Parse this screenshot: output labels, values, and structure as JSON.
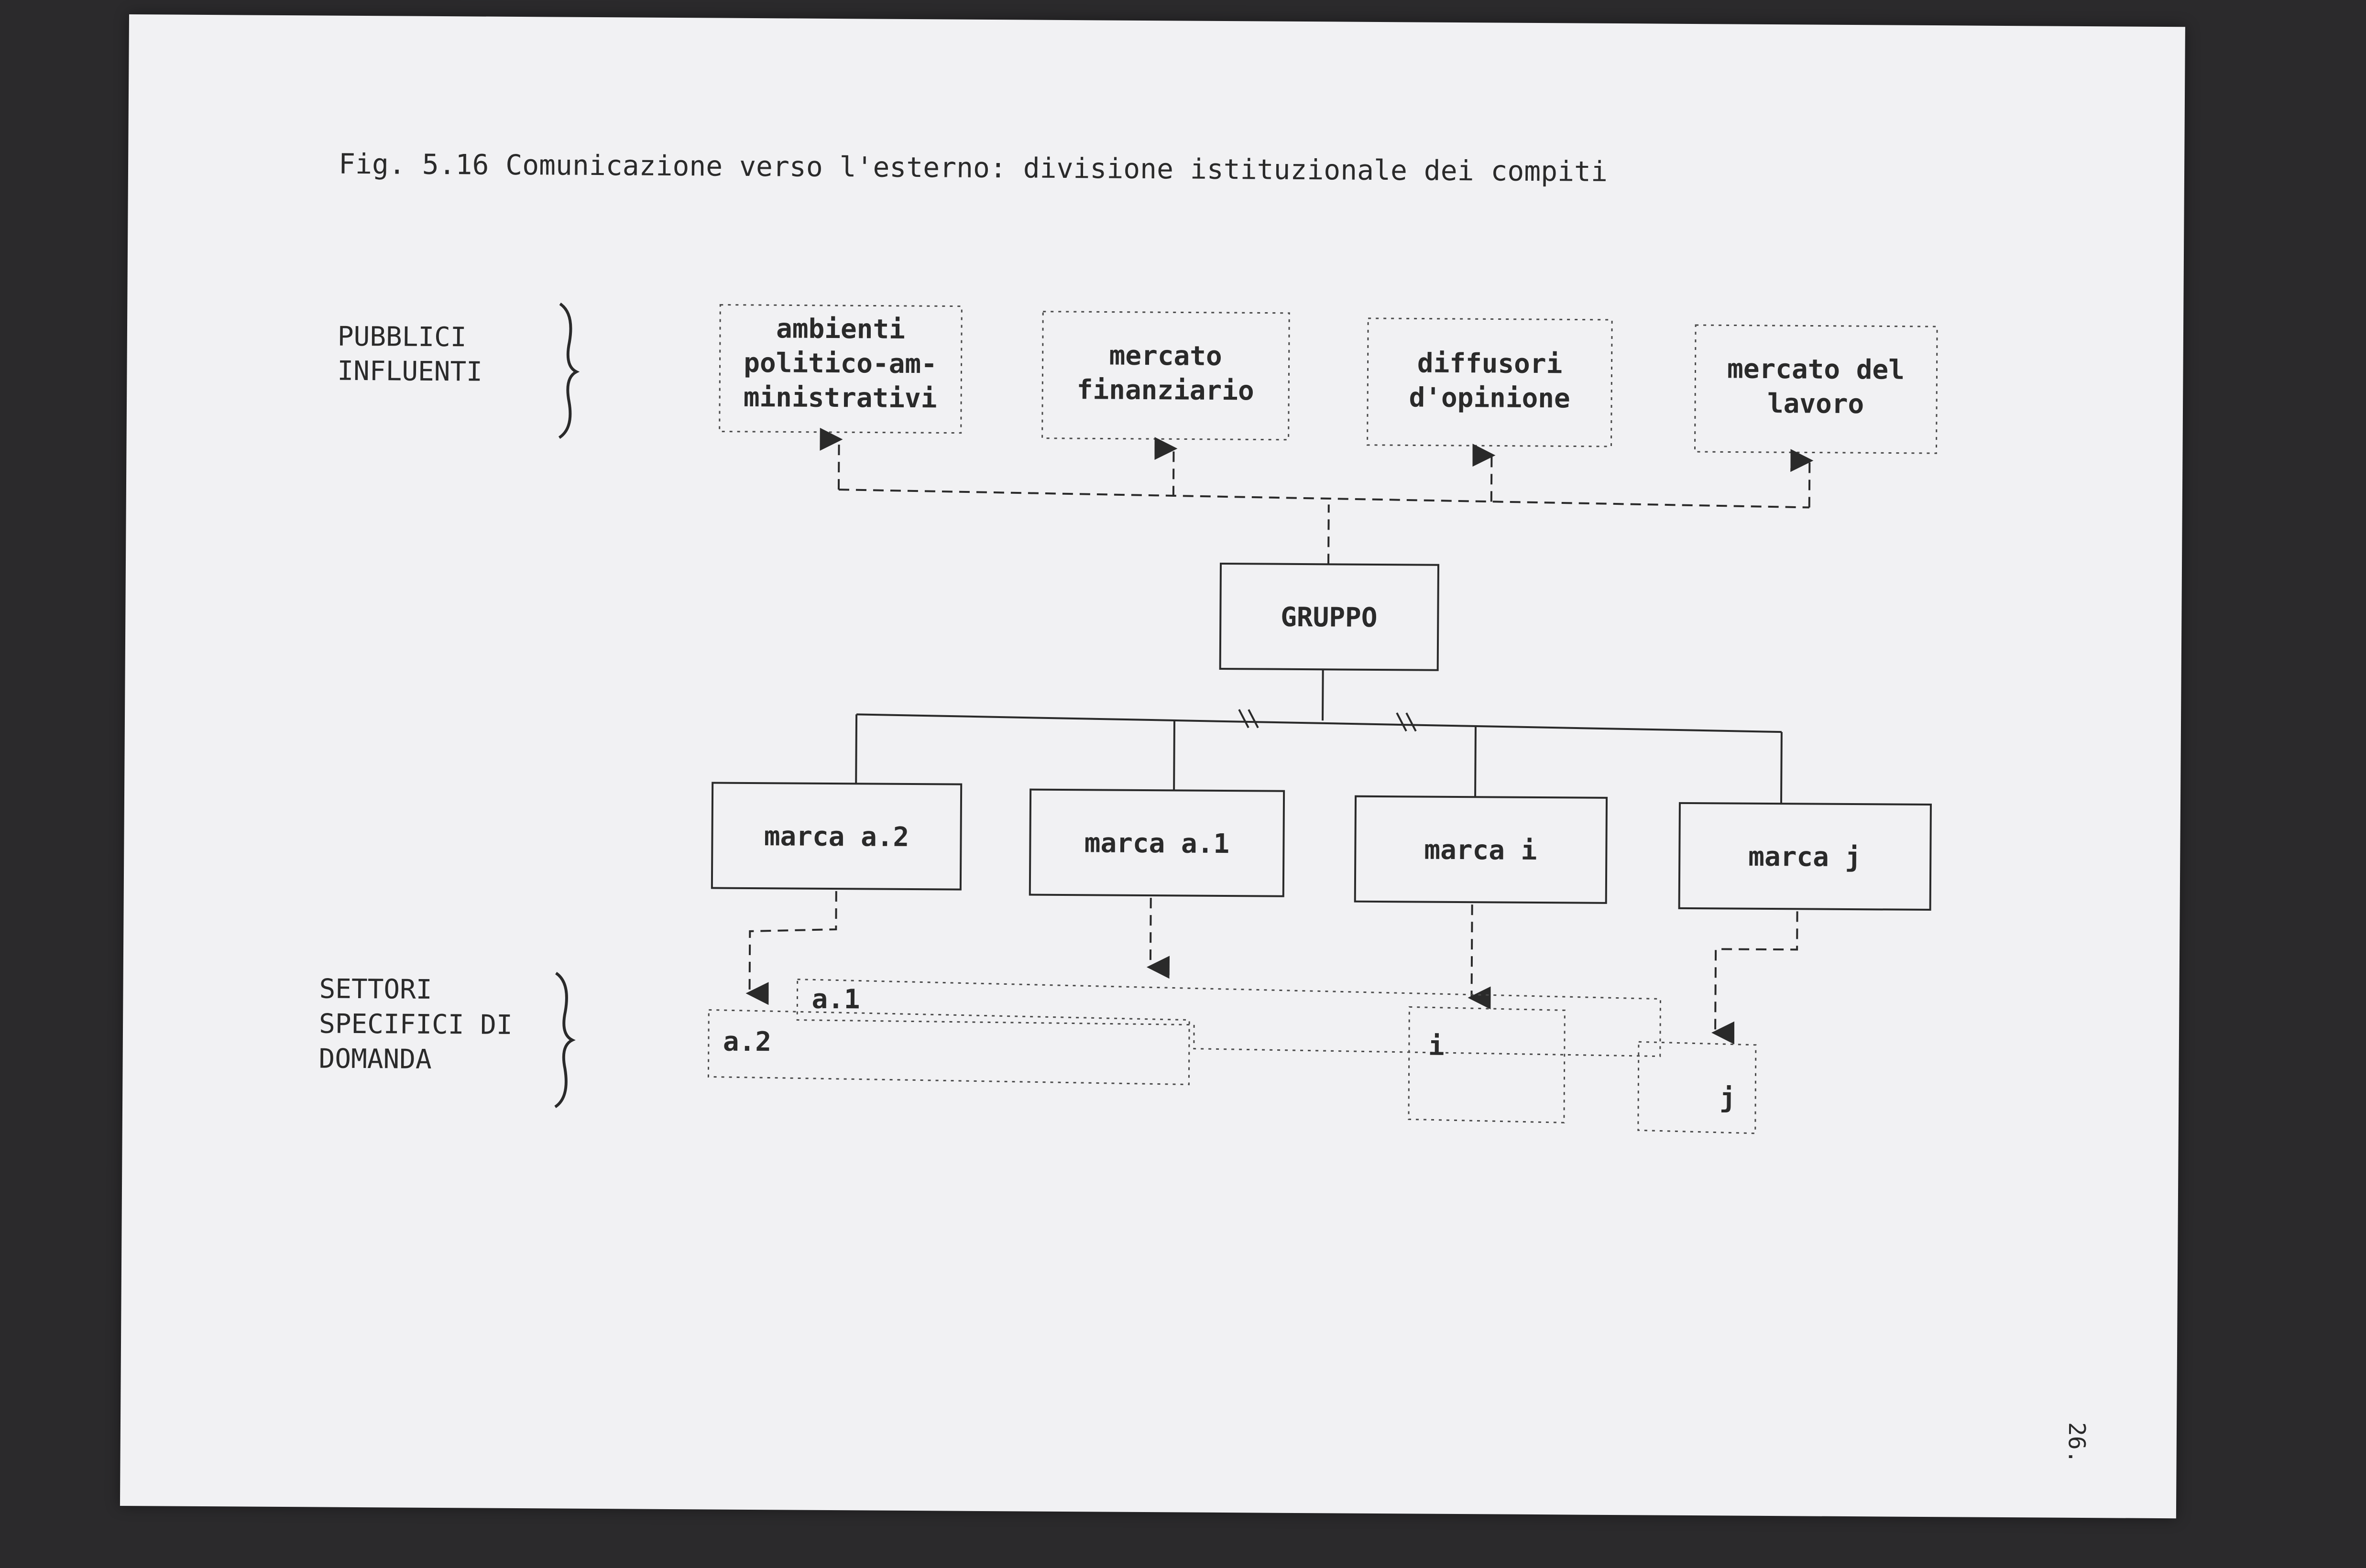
{
  "title": "Fig. 5.16  Comunicazione verso l'esterno: divisione istituzionale dei compiti",
  "groups": {
    "top_label_line1": "PUBBLICI",
    "top_label_line2": "INFLUENTI",
    "bottom_label_line1": "SETTORI",
    "bottom_label_line2": "SPECIFICI DI",
    "bottom_label_line3": "DOMANDA"
  },
  "publics": [
    {
      "lines": [
        "ambienti",
        "politico-am-",
        "ministrativi"
      ]
    },
    {
      "lines": [
        "mercato",
        "finanziario"
      ]
    },
    {
      "lines": [
        "diffusori",
        "d'opinione"
      ]
    },
    {
      "lines": [
        "mercato del",
        "lavoro"
      ]
    }
  ],
  "root": "GRUPPO",
  "brands": [
    "marca a.2",
    "marca a.1",
    "marca i",
    "marca j"
  ],
  "sectors": {
    "a1": "a.1",
    "a2": "a.2",
    "i": "i",
    "j": "j"
  },
  "page_number": "26."
}
